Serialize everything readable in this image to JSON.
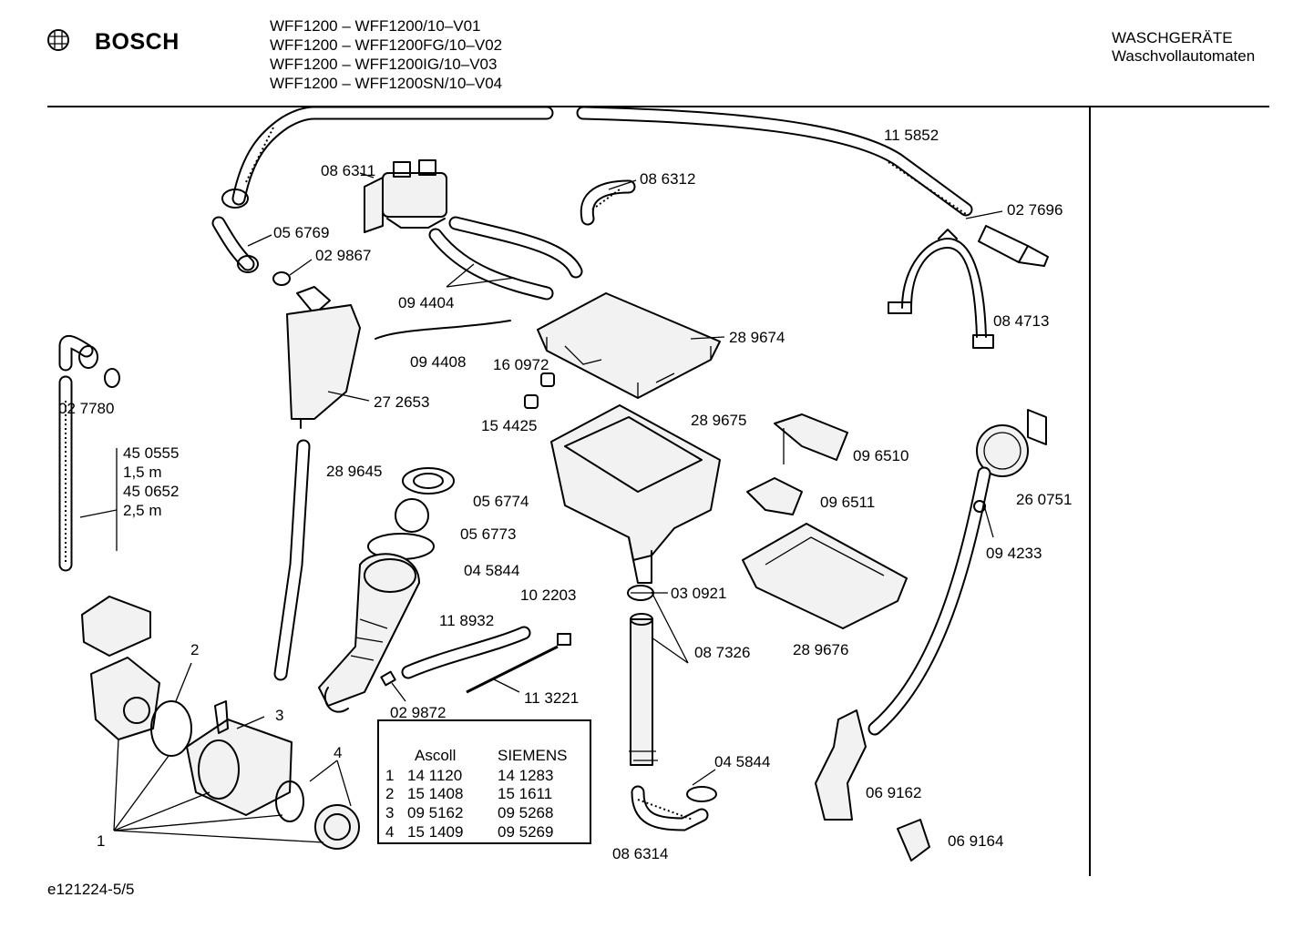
{
  "header": {
    "brand": "BOSCH",
    "models": [
      "WFF1200 – WFF1200/10–V01",
      "WFF1200 – WFF1200FG/10–V02",
      "WFF1200 – WFF1200IG/10–V03",
      "WFF1200 – WFF1200SN/10–V04"
    ],
    "category": "WASCHGERÄTE",
    "subcategory": "Waschvollautomaten"
  },
  "parts": {
    "p115852": "11 5852",
    "p086311": "08 6311",
    "p086312": "08 6312",
    "p027696": "02 7696",
    "p056769": "05 6769",
    "p029867": "02 9867",
    "p094404": "09 4404",
    "p084713": "08 4713",
    "p289674": "28 9674",
    "p094408": "09 4408",
    "p160972": "16 0972",
    "p027780": "02 7780",
    "p272653": "27 2653",
    "p154425": "15 4425",
    "p289675": "28 9675",
    "p096510": "09 6510",
    "p289645": "28 9645",
    "p056774": "05 6774",
    "p096511": "09 6511",
    "p260751": "26 0751",
    "p056773": "05 6773",
    "p094233": "09 4233",
    "p045844a": "04 5844",
    "p102203": "10 2203",
    "p030921": "03 0921",
    "p118932": "11 8932",
    "p289676": "28 9676",
    "p087326": "08 7326",
    "p113221": "11 3221",
    "p029872": "02 9872",
    "p045844b": "04 5844",
    "p069162": "06 9162",
    "p086314": "08 6314",
    "p069164": "06 9164"
  },
  "hose_variants": [
    "45 0555",
    "1,5 m",
    "45 0652",
    "2,5 m"
  ],
  "callouts": [
    "1",
    "2",
    "3",
    "4"
  ],
  "table": {
    "headers": [
      "Ascoll",
      "SIEMENS"
    ],
    "rows": [
      [
        "1",
        "14 1120",
        "14 1283"
      ],
      [
        "2",
        "15 1408",
        "15 1611"
      ],
      [
        "3",
        "09 5162",
        "09 5268"
      ],
      [
        "4",
        "15 1409",
        "09 5269"
      ]
    ]
  },
  "footer": {
    "page_id": "e121224-5/5"
  }
}
